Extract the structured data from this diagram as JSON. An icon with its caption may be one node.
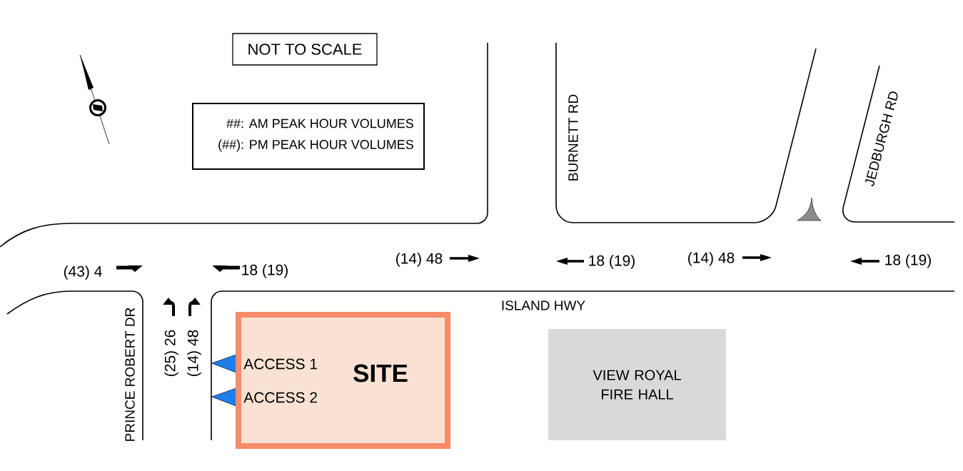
{
  "diagram": {
    "nodes": [
      {
        "text": [
          "NOT TO SCALE"
        ]
      },
      {
        "text": [
          "##: AM PEAK HOUR VOLUMES",
          "(##): PM PEAK HOUR VOLUMES"
        ]
      },
      {
        "text": [
          "SITE",
          "ACCESS 1",
          "ACCESS 2"
        ]
      },
      {
        "text": [
          "VIEW ROYAL FIRE HALL"
        ]
      }
    ],
    "labels": [
      "BURNETT RD",
      "JEDBURGH RD",
      "(43) 4",
      "18 (19)",
      "(14) 48",
      "18 (19)",
      "(14) 48",
      "18 (19)",
      "ISLAND HWY",
      "PRINCE ROBERT DR",
      "(25) 26",
      "(14) 48"
    ]
  }
}
